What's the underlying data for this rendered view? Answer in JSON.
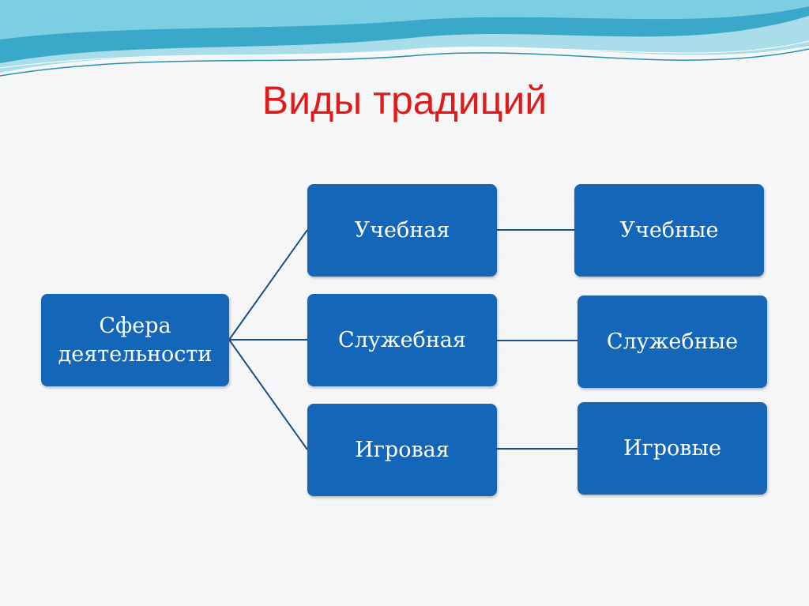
{
  "slide": {
    "title": "Виды традиций",
    "colors": {
      "title": "#e01b1b",
      "box": "#1466b8",
      "connector": "#1a4f8a",
      "wave_primary": "#3aa8c8",
      "wave_light": "#a8dde9"
    }
  },
  "diagram": {
    "root": {
      "line1": "Сфера",
      "line2": "деятельности"
    },
    "middle": [
      {
        "label": "Учебная"
      },
      {
        "label": "Служебная"
      },
      {
        "label": "Игровая"
      }
    ],
    "right": [
      {
        "label": "Учебные"
      },
      {
        "label": "Служебные"
      },
      {
        "label": "Игровые"
      }
    ]
  }
}
